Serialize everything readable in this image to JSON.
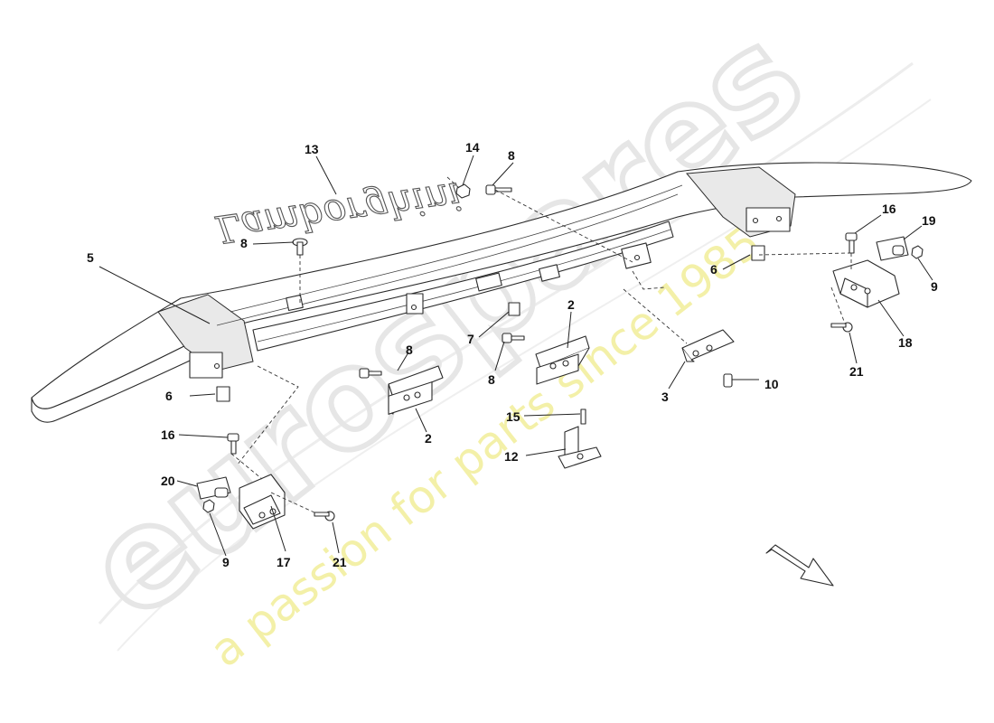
{
  "watermark": {
    "logo": "eurospares",
    "tagline": "a passion for parts since 1985"
  },
  "emblem_text": "Lamborghini",
  "callouts": [
    {
      "id": "c13",
      "label": "13"
    },
    {
      "id": "c14",
      "label": "14"
    },
    {
      "id": "c8a",
      "label": "8"
    },
    {
      "id": "c8b",
      "label": "8"
    },
    {
      "id": "c5",
      "label": "5"
    },
    {
      "id": "c16a",
      "label": "16"
    },
    {
      "id": "c19",
      "label": "19"
    },
    {
      "id": "c9a",
      "label": "9"
    },
    {
      "id": "c6a",
      "label": "6"
    },
    {
      "id": "c2a",
      "label": "2"
    },
    {
      "id": "c7",
      "label": "7"
    },
    {
      "id": "c8c",
      "label": "8"
    },
    {
      "id": "c8d",
      "label": "8"
    },
    {
      "id": "c18",
      "label": "18"
    },
    {
      "id": "c21a",
      "label": "21"
    },
    {
      "id": "c10",
      "label": "10"
    },
    {
      "id": "c3",
      "label": "3"
    },
    {
      "id": "c6b",
      "label": "6"
    },
    {
      "id": "c2b",
      "label": "2"
    },
    {
      "id": "c15",
      "label": "15"
    },
    {
      "id": "c16b",
      "label": "16"
    },
    {
      "id": "c12",
      "label": "12"
    },
    {
      "id": "c20",
      "label": "20"
    },
    {
      "id": "c9b",
      "label": "9"
    },
    {
      "id": "c17",
      "label": "17"
    },
    {
      "id": "c21b",
      "label": "21"
    }
  ],
  "direction_arrow": "direction-arrow"
}
